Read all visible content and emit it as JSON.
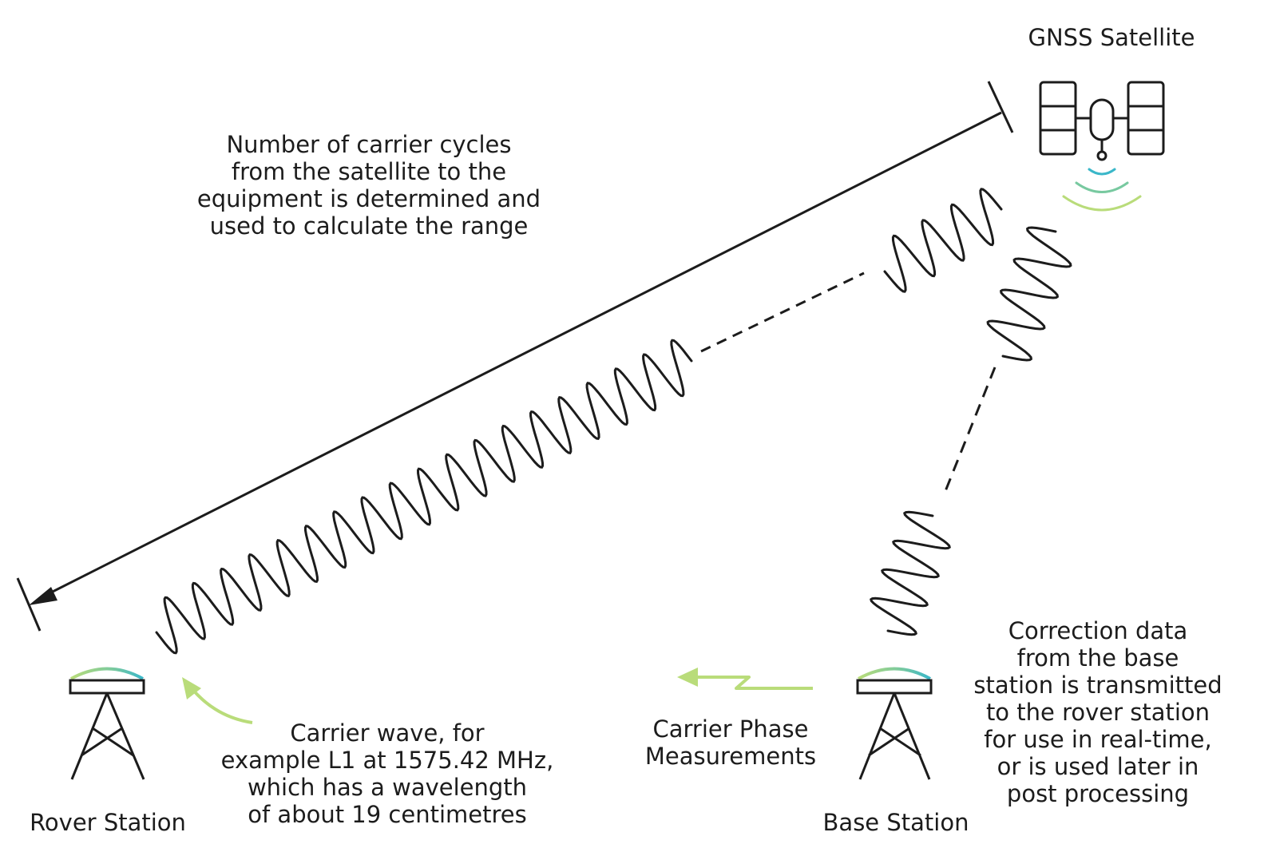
{
  "labels": {
    "satellite": "GNSS Satellite",
    "rover": "Rover Station",
    "base": "Base Station",
    "carrier_phase": [
      "Carrier Phase",
      "Measurements"
    ],
    "carrier_cycles": [
      "Number of carrier cycles",
      "from the satellite to the",
      "equipment is determined and",
      "used to calculate the range"
    ],
    "carrier_wave": [
      "Carrier wave, for",
      "example L1 at 1575.42 MHz,",
      "which has a wavelength",
      "of about 19 centimetres"
    ],
    "correction": [
      "Correction data",
      "from the base",
      "station is transmitted",
      "to the rover station",
      "for use in real-time,",
      "or is used later in",
      "post processing"
    ]
  },
  "icons": {
    "satellite": "satellite-icon",
    "signal": "signal-waves-icon",
    "rover_antenna": "antenna-tower-icon",
    "base_antenna": "antenna-tower-icon"
  },
  "colors": {
    "line": "#1c1c1c",
    "accent_green": "#b9dc7a",
    "accent_blue": "#3ab7c9",
    "accent_mid": "#78c9a0"
  }
}
